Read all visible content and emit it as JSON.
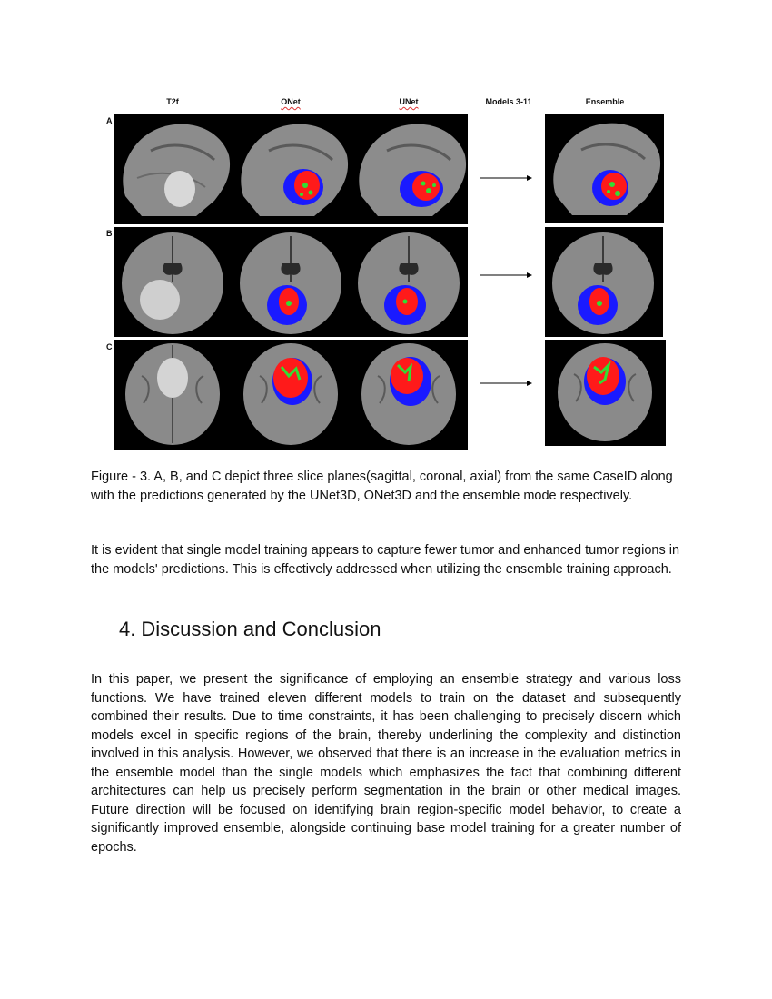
{
  "figure": {
    "columns": [
      "T2f",
      "ONet",
      "UNet",
      "Models 3-11",
      "Ensemble"
    ],
    "rows": [
      "A",
      "B",
      "C"
    ],
    "colors": {
      "edema": "#1a1aff",
      "core": "#ff1a1a",
      "enhancing": "#33dd33",
      "background": "#000000"
    }
  },
  "caption": "Figure - 3. A, B, and C depict three slice planes(sagittal, coronal, axial) from the same CaseID along with the predictions generated by the UNet3D, ONet3D and the ensemble mode respectively.",
  "paragraph1": "It is evident that single model training appears to capture fewer tumor and enhanced tumor regions in the models' predictions. This is effectively addressed when utilizing the ensemble training approach.",
  "section": {
    "number": "4.",
    "title": "Discussion and Conclusion"
  },
  "paragraph2": "In this paper, we present the significance of employing an ensemble strategy and various loss functions. We have trained eleven different models to train on the dataset and subsequently combined their results. Due to time constraints, it has been challenging to precisely discern which models excel in specific regions of the brain, thereby underlining the complexity and distinction involved in this analysis. However, we observed that there is an increase in the evaluation metrics in the ensemble model than the single models which emphasizes the fact that combining different architectures can help us precisely perform segmentation in the brain or other medical images. Future direction will be focused on identifying brain region-specific model behavior, to create a significantly improved ensemble, alongside continuing base model training for a greater number of epochs."
}
